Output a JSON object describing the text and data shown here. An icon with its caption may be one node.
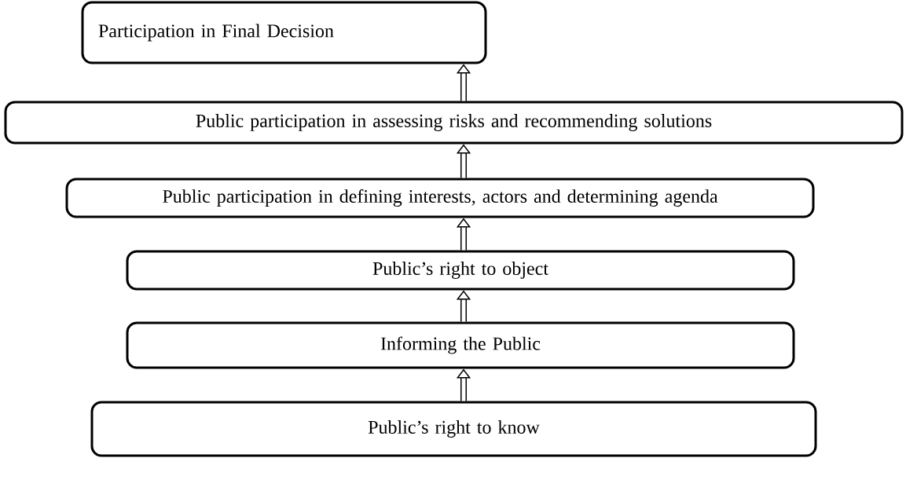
{
  "diagram": {
    "nodes": [
      {
        "text": [
          "Participation in Final Decision"
        ]
      },
      {
        "text": [
          "Public participation in assessing risks and recommending solutions"
        ]
      },
      {
        "text": [
          "Public participation in defining interests, actors and determining agenda"
        ]
      },
      {
        "text": [
          "Public’s right to object"
        ]
      },
      {
        "text": [
          "Informing the Public"
        ]
      },
      {
        "text": [
          "Public’s right to know"
        ]
      }
    ],
    "edges": [
      {
        "from": 5,
        "to": 4,
        "arrow": "to"
      },
      {
        "from": 4,
        "to": 3,
        "arrow": "to"
      },
      {
        "from": 3,
        "to": 2,
        "arrow": "to"
      },
      {
        "from": 2,
        "to": 1,
        "arrow": "to"
      },
      {
        "from": 1,
        "to": 0,
        "arrow": "to"
      }
    ]
  }
}
